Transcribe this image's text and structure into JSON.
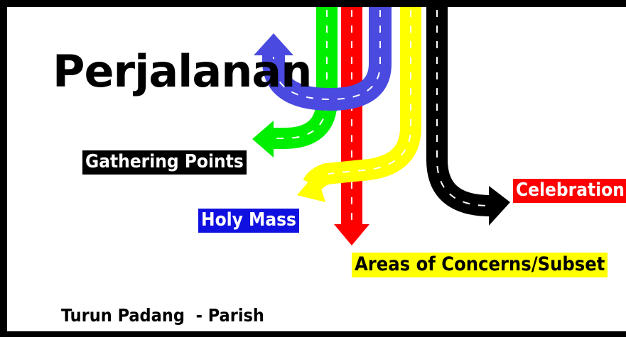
{
  "title": "Perjalanan",
  "labels": {
    "gathering_points": "Gathering Points",
    "holy_mass": "Holy Mass",
    "celebration": "Celebration",
    "areas_of_concerns": "Areas of Concerns/Subset"
  },
  "footer": "Turun Padang  - Parish",
  "colors": {
    "green_road": "#00ee00",
    "red_road": "#ff0000",
    "blue_road": "#4a4ae0",
    "yellow_road": "#ffff00",
    "black_road": "#000000"
  }
}
